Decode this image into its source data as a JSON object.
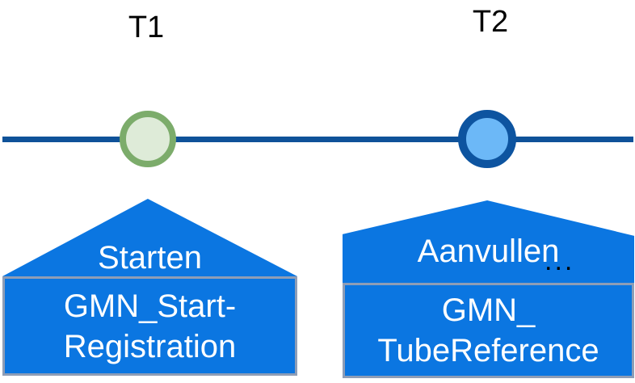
{
  "timeline": {
    "line_color": "#0F5299",
    "callout_fill": "#0B76E1",
    "box_border_color": "#8E9DB6",
    "text_color_white": "#FFFFFF",
    "text_color_black": "#000000",
    "points": [
      {
        "time_label": "T1",
        "marker": {
          "name": "green-circle",
          "fill": "#DEEBD8",
          "border": "#7CAC6B"
        },
        "action_label": "Starten",
        "box_line1": "GMN_Start-",
        "box_line2": "Registration"
      },
      {
        "time_label": "T2",
        "marker": {
          "name": "blue-circle",
          "fill": "#6CB8F7",
          "border": "#0D54A0"
        },
        "action_label": "Aanvullen",
        "ellipsis": "...",
        "box_line1": "GMN_",
        "box_line2": "TubeReference"
      }
    ]
  }
}
